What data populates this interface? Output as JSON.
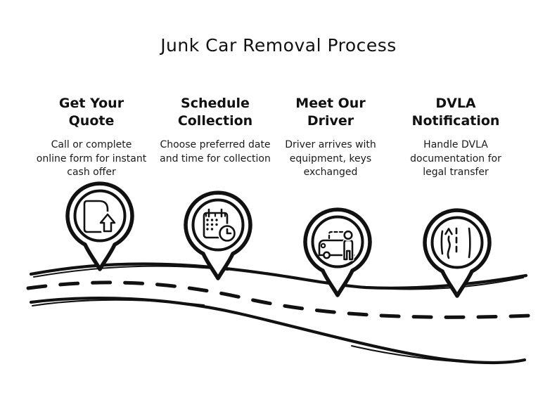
{
  "title": "Junk Car Removal Process",
  "steps": [
    {
      "heading": "Get Your Quote",
      "description": "Call or complete online form for instant cash offer",
      "icon": "document-upload-icon"
    },
    {
      "heading": "Schedule Collection",
      "description": "Choose preferred date and time for collection",
      "icon": "calendar-clock-icon"
    },
    {
      "heading": "Meet Our Driver",
      "description": "Driver arrives with equipment, keys exchanged",
      "icon": "car-person-icon"
    },
    {
      "heading": "DVLA Notification",
      "description": "Handle DVLA documentation for legal transfer",
      "icon": "road-lanes-icon"
    }
  ],
  "colors": {
    "ink": "#111111",
    "background": "#ffffff"
  }
}
